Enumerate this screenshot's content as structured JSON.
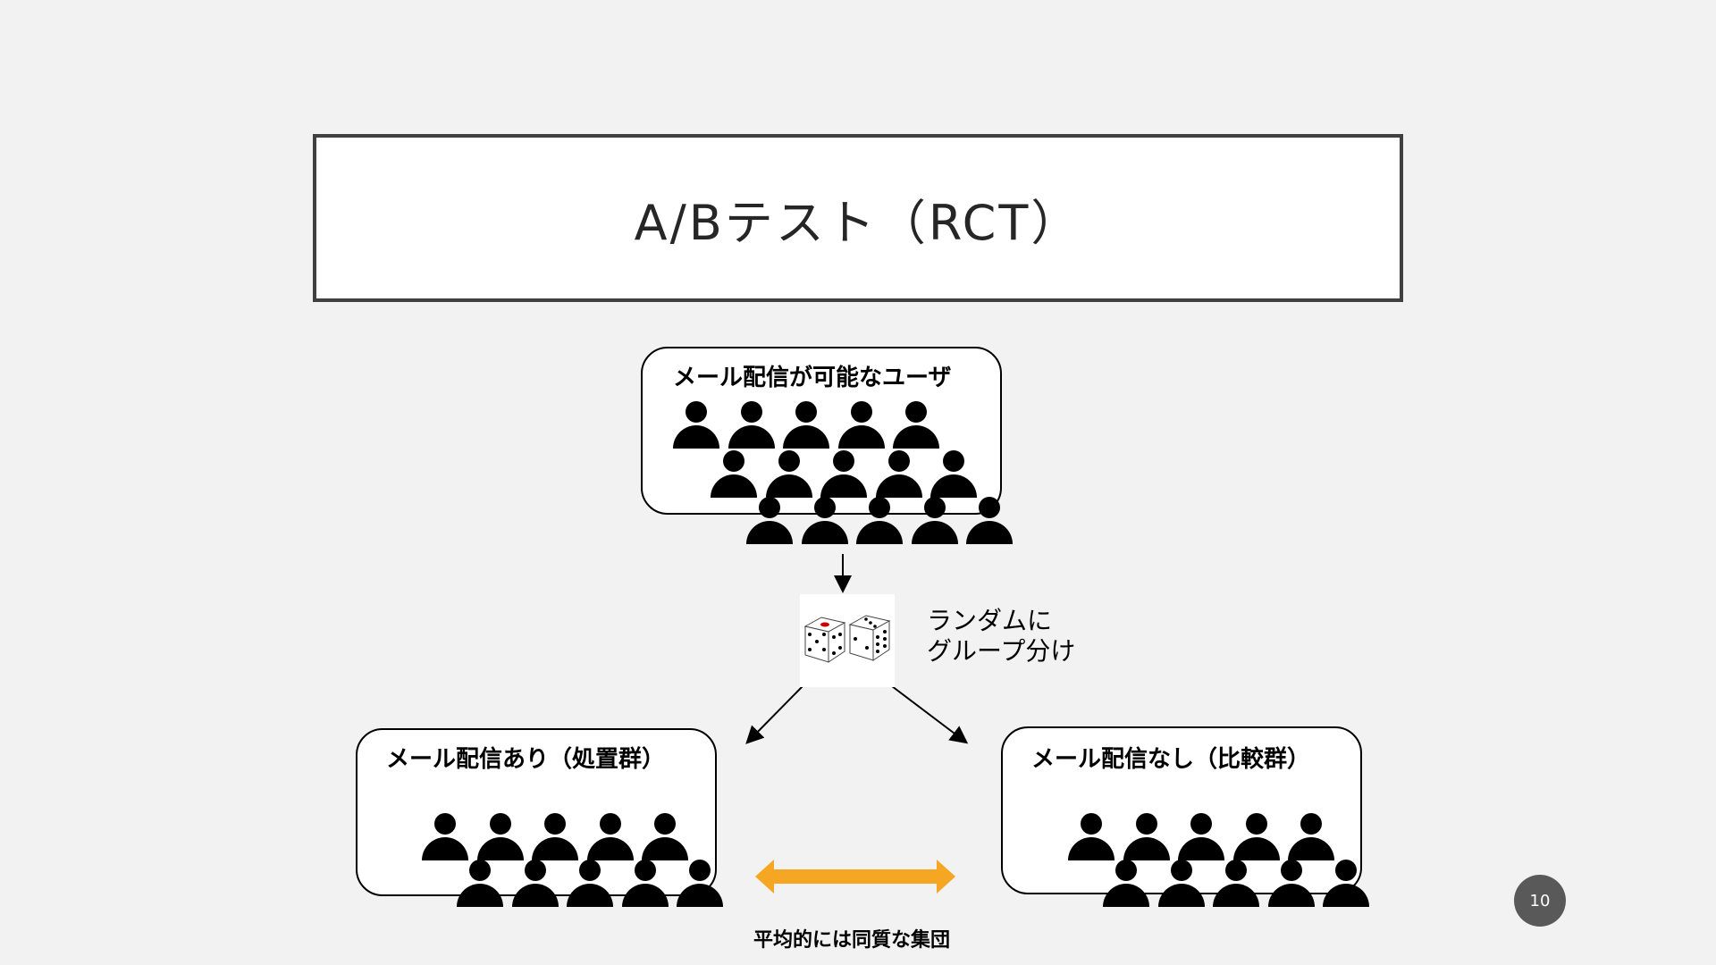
{
  "slide": {
    "title": "A/Bテスト（RCT）",
    "page_number": "10"
  },
  "groups": {
    "population": {
      "label": "メール配信が可能なユーザ"
    },
    "treatment": {
      "label": "メール配信あり（処置群）"
    },
    "control": {
      "label": "メール配信なし（比較群）"
    }
  },
  "randomization": {
    "label_line1": "ランダムに",
    "label_line2": "グループ分け",
    "icon": "dice-icon"
  },
  "comparison": {
    "caption": "平均的には同質な集団",
    "arrow_color": "#f5a623"
  }
}
